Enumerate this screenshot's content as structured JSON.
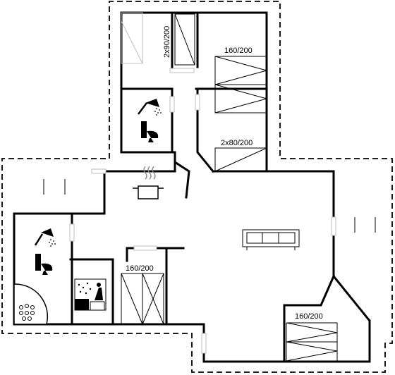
{
  "plan": {
    "labels": {
      "bed_top_right": "160/200",
      "bed_top_left_vertical": "2x90/200",
      "bed_mid_right": "2x80/200",
      "bed_bottom_left": "160/200",
      "bed_bottom_right": "160/200"
    },
    "icons": [
      "shower-icon",
      "toilet-icon",
      "cooking-pot-icon",
      "sofa-icon",
      "sauna-icon",
      "whirlpool-icon"
    ]
  }
}
